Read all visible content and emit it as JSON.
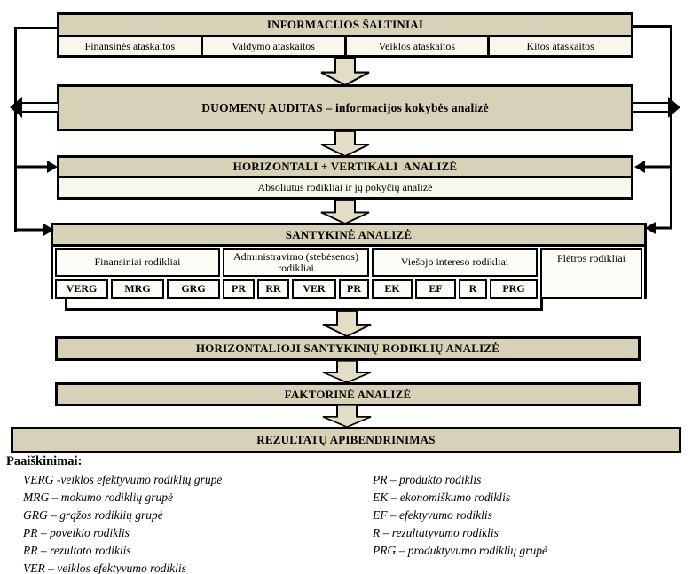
{
  "colors": {
    "box_fill": "#d7d1b8",
    "arrow_fill": "#e3ddc5",
    "subrow_fill": "#f8f7ed",
    "cell_fill": "#fdfcf6",
    "line": "#000000"
  },
  "icons": {
    "down_block_arrow": "block arrow down (tan fill, black outline)",
    "left_feedback_arrow": "block bar arrow pointing left",
    "right_feedback_arrow": "block bar arrow pointing right",
    "arrow_into_box_right": "→",
    "arrow_into_box_left": "←"
  },
  "flow": {
    "sources": {
      "title": "INFORMACIJOS ŠALTINIAI",
      "items": [
        "Finansinės ataskaitos",
        "Valdymo ataskaitos",
        "Veiklos ataskaitos",
        "Kitos ataskaitos"
      ]
    },
    "audit": {
      "title": "DUOMENŲ AUDITAS – informacijos kokybės analizė"
    },
    "horizontal_vertical": {
      "title": "HORIZONTALI + VERTIKALI  ANALIZĖ",
      "subtitle": "Absoliutūs rodikliai ir jų pokyčių analizė"
    },
    "relative": {
      "title": "SANTYKINĖ ANALIZĖ",
      "groups": [
        {
          "label": "Finansiniai rodikliai",
          "codes": [
            "VERG",
            "MRG",
            "GRG"
          ]
        },
        {
          "label": "Administravimo (stebėsenos) rodikliai",
          "codes": [
            "PR",
            "RR",
            "VER",
            "PR"
          ]
        },
        {
          "label": "Viešojo intereso rodikliai",
          "codes": [
            "EK",
            "EF",
            "R",
            "PRG"
          ]
        },
        {
          "label": "Plėtros rodikliai",
          "codes": []
        }
      ]
    },
    "horizontal_ratio": {
      "title": "HORIZONTALIOJI SANTYKINIŲ RODIKLIŲ ANALIZĖ"
    },
    "factor": {
      "title": "FAKTORINĖ ANALIZĖ"
    },
    "summary": {
      "title": "REZULTATŲ APIBENDRINIMAS"
    }
  },
  "legend": {
    "title": "Paaiškinimai:",
    "left": [
      "VERG -veiklos efektyvumo rodiklių grupė",
      "MRG – mokumo rodiklių grupė",
      "GRG – grąžos rodiklių grupė",
      "PR – poveikio rodiklis",
      "RR – rezultato rodiklis",
      "VER – veiklos efektyvumo rodiklis"
    ],
    "right": [
      "PR – produkto rodiklis",
      "EK – ekonomiškumo rodiklis",
      "EF – efektyvumo rodiklis",
      "R – rezultatyvumo rodiklis",
      "PRG – produktyvumo rodiklių grupė"
    ]
  }
}
